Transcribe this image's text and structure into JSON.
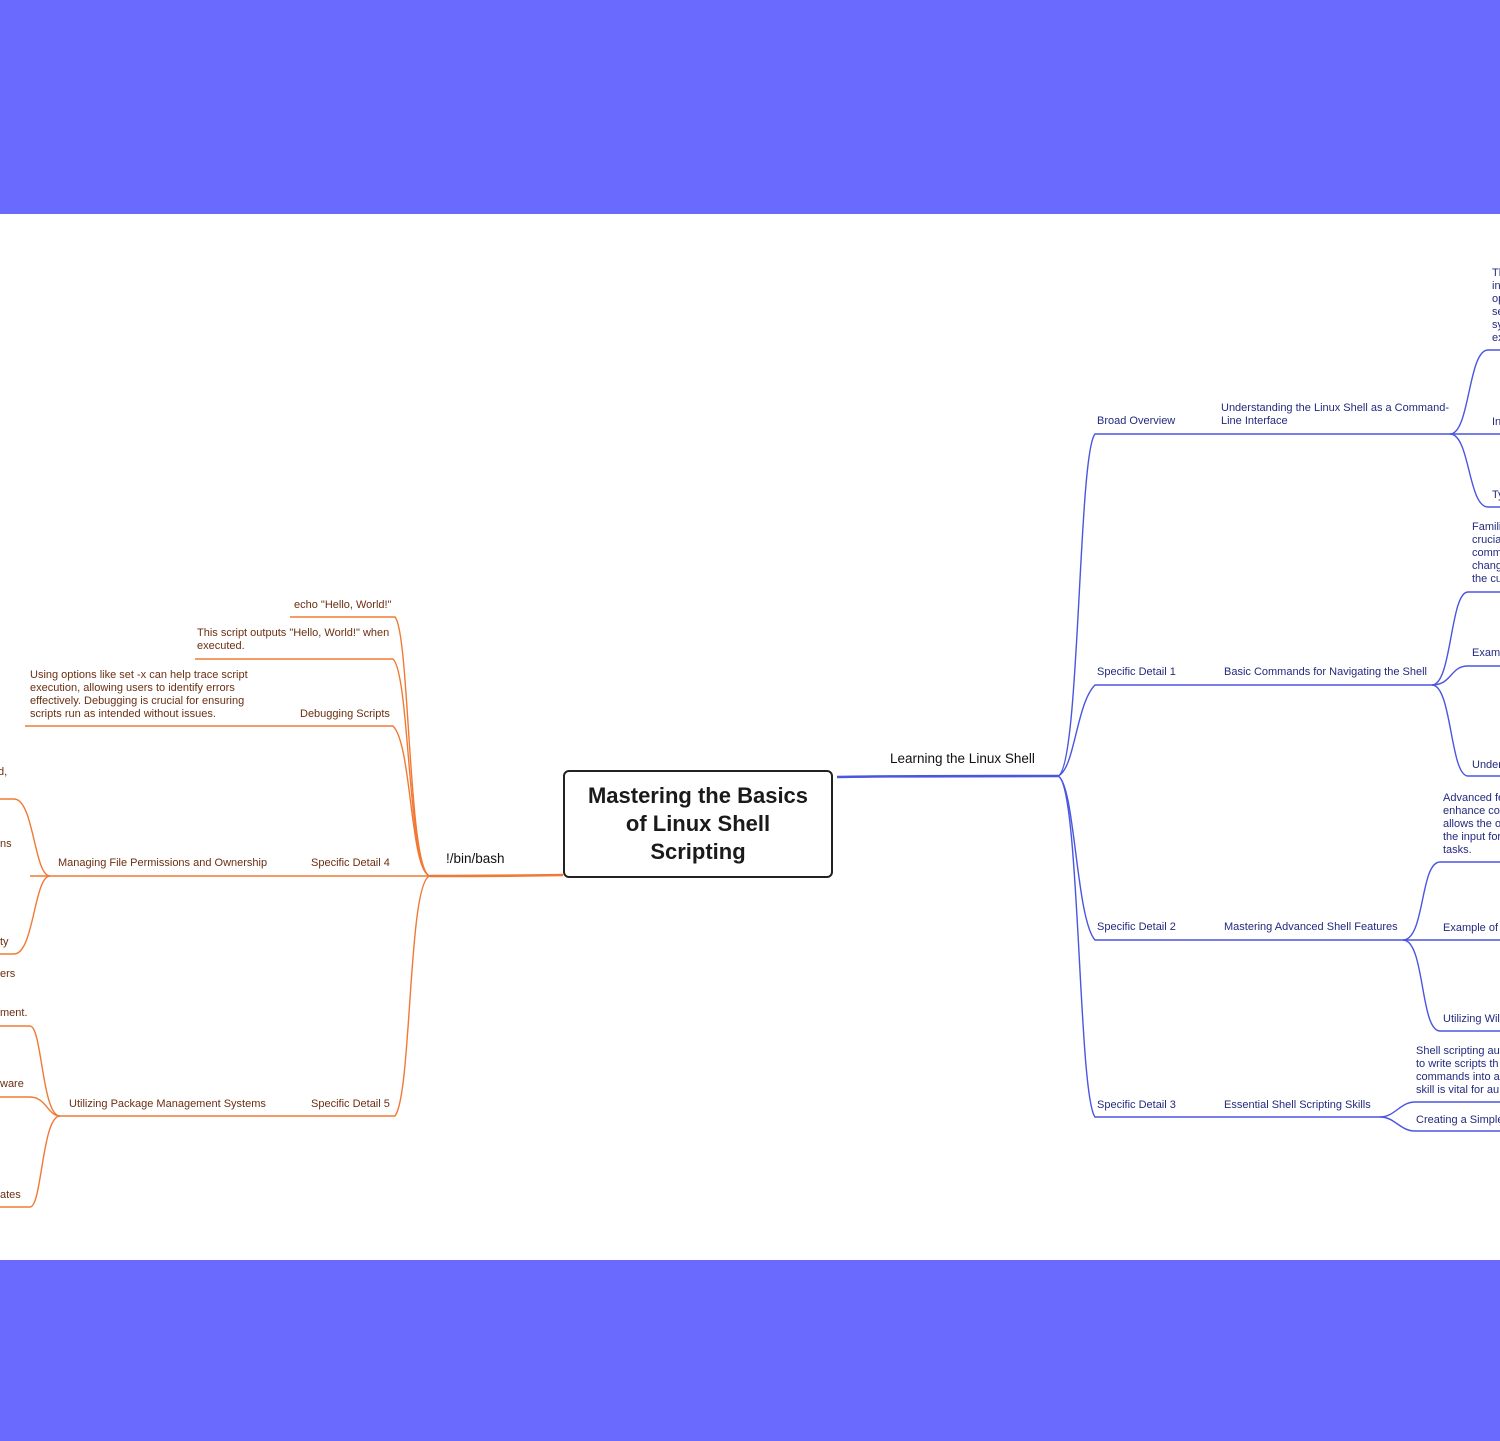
{
  "central": {
    "title": "Mastering the Basics of Linux Shell Scripting"
  },
  "left": {
    "branch": "!/bin/bash",
    "items": {
      "echo": "echo \"Hello, World!\"",
      "script_output": "This script outputs \"Hello, World!\" when executed.",
      "debugging_text": "Using options like  set -x  can help trace script execution, allowing users to identify errors effectively. Debugging is crucial for ensuring scripts run as intended without issues.",
      "debugging": "Debugging Scripts",
      "detail4_label": "Specific Detail 4",
      "detail4_title": "Managing File Permissions and Ownership",
      "detail5_label": "Specific Detail 5",
      "detail5_title": "Utilizing Package Management Systems"
    },
    "edge_fragments": [
      "d,",
      "ns",
      "ty",
      "ers",
      "ment.",
      "ware",
      "ates"
    ]
  },
  "right": {
    "branch": "Learning the Linux Shell",
    "groups": [
      {
        "label": "Broad Overview",
        "title": "Understanding the Linux Shell as a Command-Line Interface"
      },
      {
        "label": "Specific Detail 1",
        "title": "Basic Commands for Navigating the Shell"
      },
      {
        "label": "Specific Detail 2",
        "title": "Mastering Advanced Shell Features"
      },
      {
        "label": "Specific Detail 3",
        "title": "Essential Shell Scripting Skills"
      }
    ],
    "cut_text": {
      "t1": [
        "Th",
        "in",
        "op",
        "se",
        "sy",
        "ex"
      ],
      "t2": "In",
      "t3": "Ty",
      "t4": [
        "Famili",
        "crucia",
        "comm",
        "chang",
        "the cu"
      ],
      "t5": "Examp",
      "t6": "Under",
      "t7": [
        "Advanced fe",
        "enhance cor",
        "allows the o",
        "the input for",
        "tasks."
      ],
      "t8": "Example of",
      "t9": "Utilizing Wilc",
      "t10": [
        "Shell scripting aut",
        "to write scripts th",
        "commands into a",
        "skill is vital for au"
      ],
      "t11": "Creating a Simple"
    }
  },
  "colors": {
    "background": "#6a6aff",
    "left_branch": "#f07a35",
    "right_branch": "#4a55e0"
  }
}
